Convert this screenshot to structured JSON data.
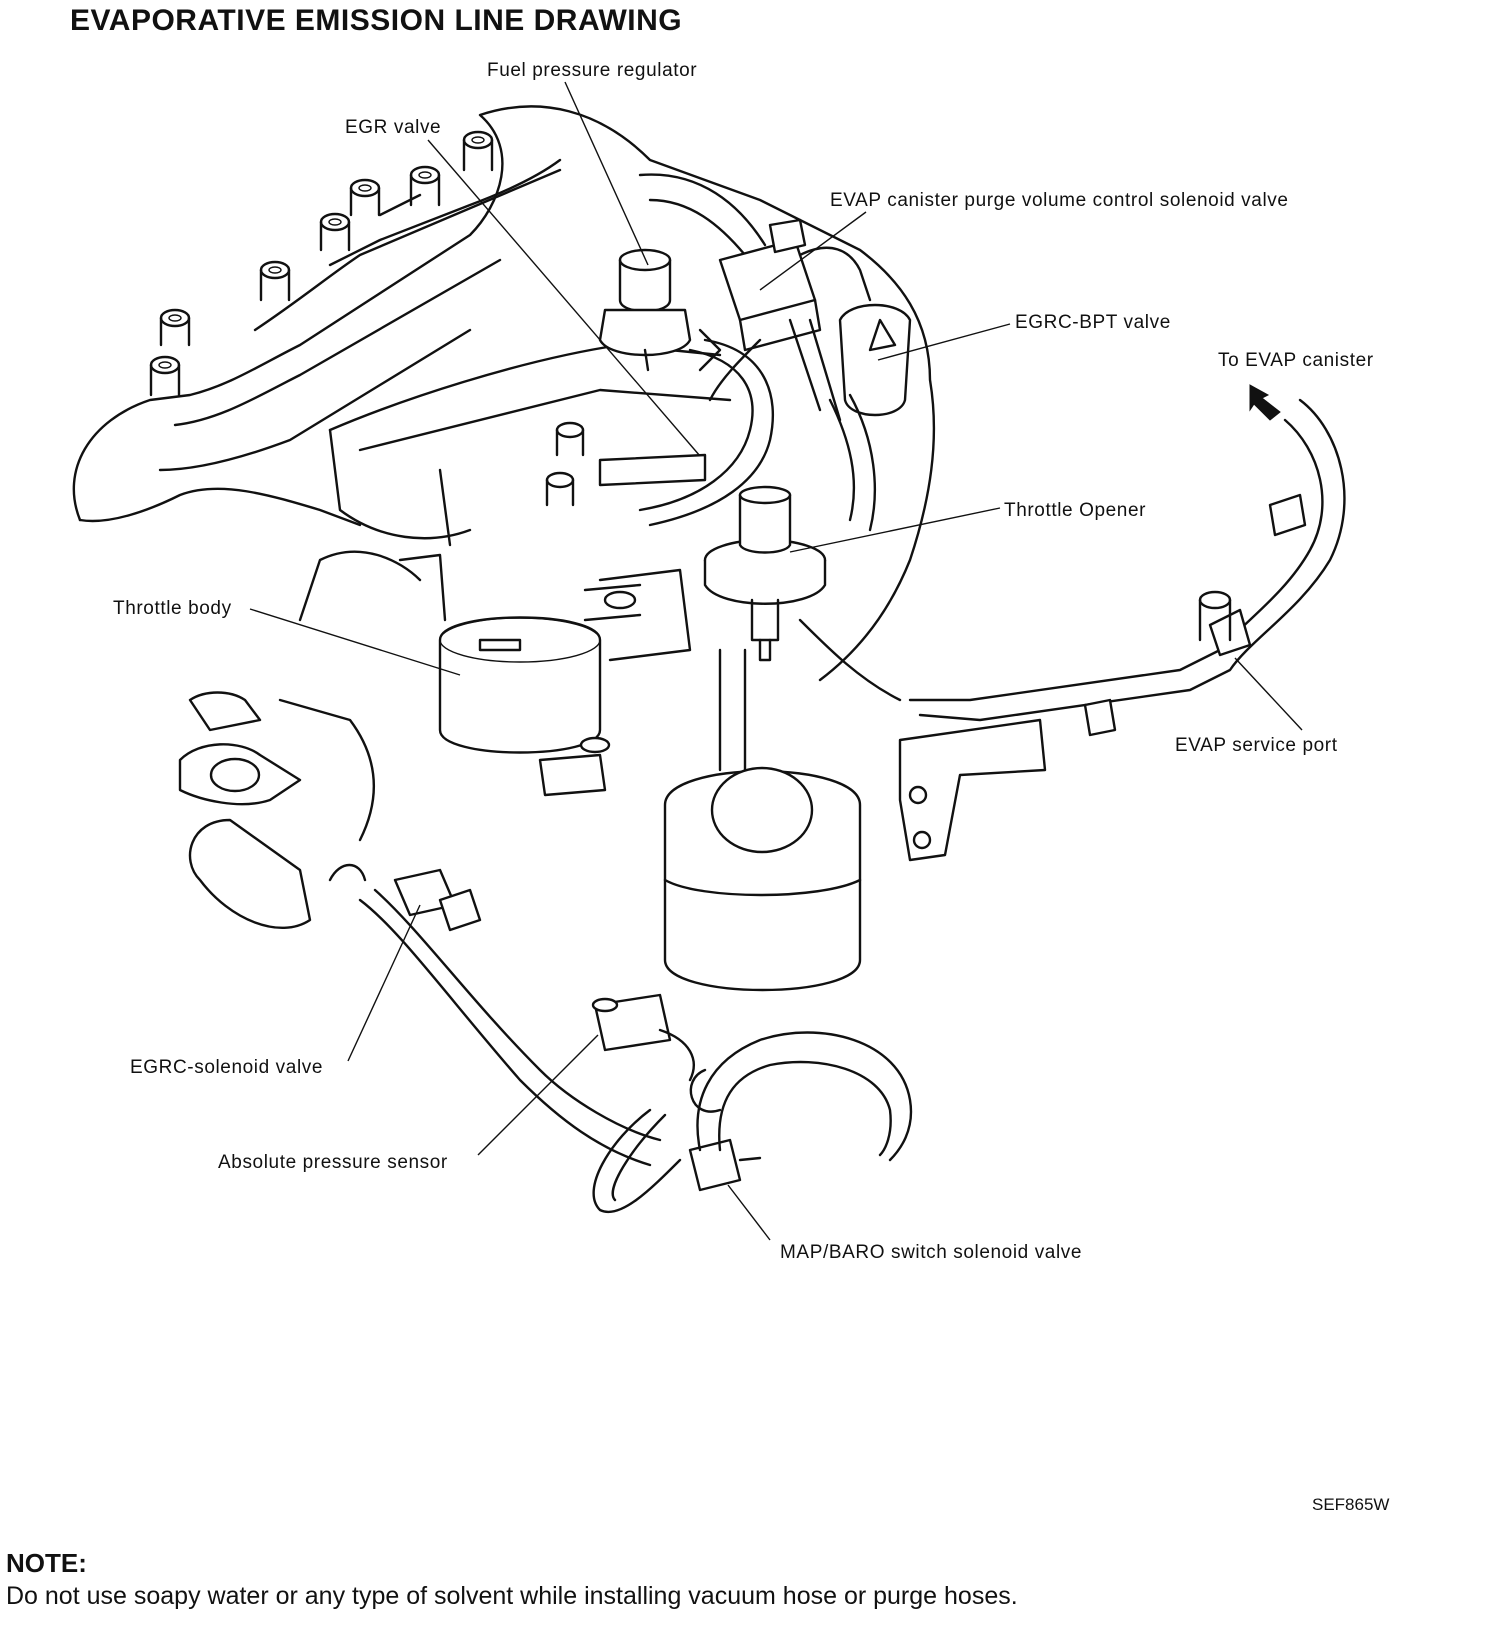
{
  "title": "EVAPORATIVE EMISSION LINE DRAWING",
  "labels": {
    "fuel_pressure_regulator": "Fuel pressure regulator",
    "egr_valve": "EGR valve",
    "evap_purge_solenoid": "EVAP canister purge volume control solenoid valve",
    "egrc_bpt_valve": "EGRC-BPT valve",
    "to_evap_canister": "To EVAP canister",
    "throttle_opener": "Throttle Opener",
    "throttle_body": "Throttle body",
    "evap_service_port": "EVAP service port",
    "egrc_solenoid_valve": "EGRC-solenoid valve",
    "absolute_pressure_sensor": "Absolute pressure sensor",
    "map_baro_solenoid": "MAP/BARO switch solenoid valve"
  },
  "figure_code": "SEF865W",
  "note": {
    "heading": "NOTE:",
    "text": "Do not use soapy water or any type of solvent while installing vacuum hose or purge hoses."
  }
}
